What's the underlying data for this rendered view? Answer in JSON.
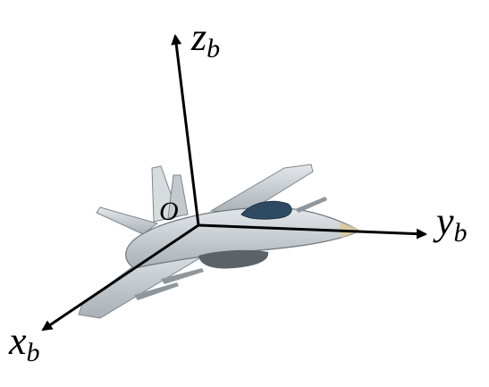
{
  "diagram": {
    "origin_label": "O",
    "axes": [
      {
        "id": "z",
        "main": "z",
        "sub": "b"
      },
      {
        "id": "y",
        "main": "y",
        "sub": "b"
      },
      {
        "id": "x",
        "main": "x",
        "sub": "b"
      }
    ]
  },
  "colors": {
    "axis": "#000000",
    "aircraft_body": "#c9ced2",
    "aircraft_shadow": "#8f979d",
    "canopy": "#2f4a63",
    "nose": "#d9c9a3"
  }
}
